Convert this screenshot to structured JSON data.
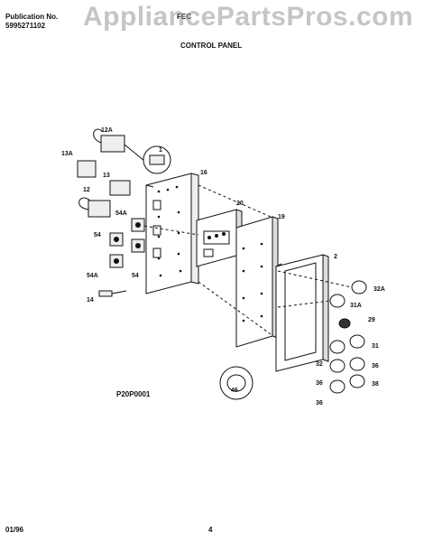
{
  "header": {
    "publication_label": "Publication No.",
    "publication_number": "5995271102",
    "model": "FEC",
    "title": "CONTROL PANEL"
  },
  "watermark": "AppliancePartsPros.com",
  "diagram_code": "P20P0001",
  "footer": {
    "date": "01/96",
    "page": "4"
  },
  "callouts": [
    "12A",
    "13A",
    "1",
    "13",
    "16",
    "12",
    "54A",
    "20",
    "19",
    "54",
    "2",
    "54A",
    "54",
    "14",
    "32A",
    "31A",
    "29",
    "31",
    "32",
    "36",
    "36",
    "36",
    "38",
    "46"
  ]
}
